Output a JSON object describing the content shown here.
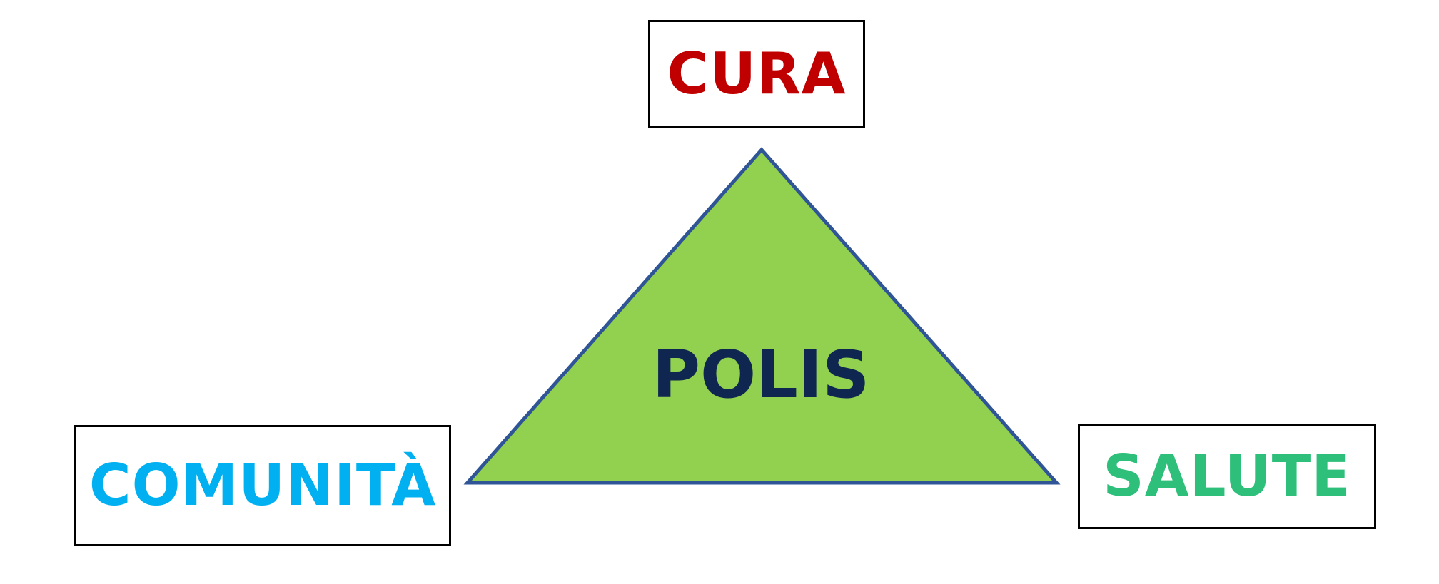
{
  "diagram": {
    "center": {
      "label": "POLIS",
      "color": "#0f2650"
    },
    "triangle": {
      "fill": "#92d050",
      "stroke": "#2f5597"
    },
    "nodes": {
      "top": {
        "label": "CURA",
        "color": "#c00000"
      },
      "left": {
        "label": "COMUNITÀ",
        "color": "#00b0f0"
      },
      "right": {
        "label": "SALUTE",
        "color": "#2ebf7a"
      }
    }
  }
}
